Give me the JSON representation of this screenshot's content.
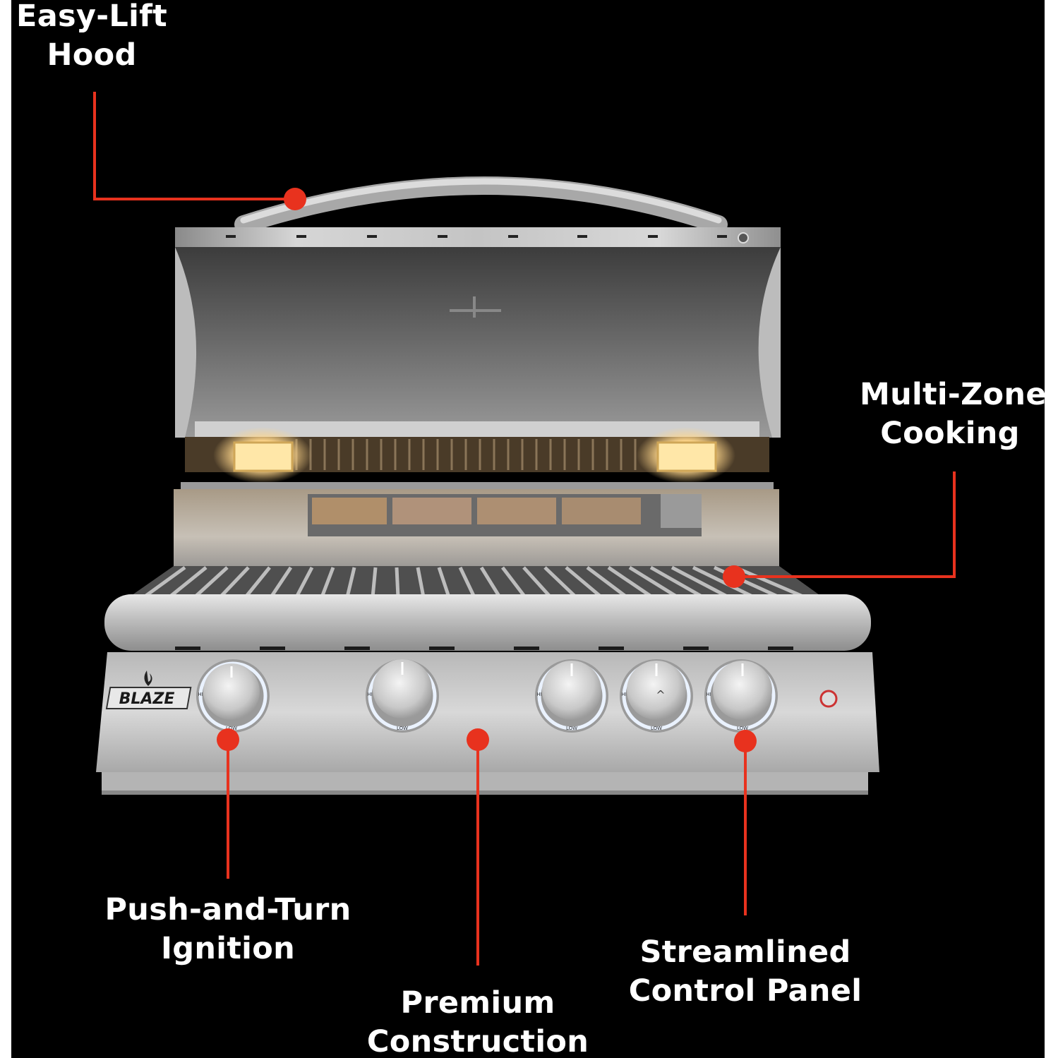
{
  "colors": {
    "background": "#000000",
    "callout": "#e8321e",
    "text": "#ffffff",
    "steel": "#c9c9c9",
    "knob_glow": "#eaf2ff",
    "light_glow": "#ffd68a"
  },
  "brand": {
    "logo_text": "BLAZE"
  },
  "knob_scale": {
    "high": "HI",
    "low": "LOW"
  },
  "callouts": [
    {
      "lines": [
        "Easy-Lift",
        "Hood"
      ]
    },
    {
      "lines": [
        "Multi-Zone",
        "Cooking"
      ]
    },
    {
      "lines": [
        "Push-and-Turn",
        "Ignition"
      ]
    },
    {
      "lines": [
        "Premium",
        "Construction"
      ]
    },
    {
      "lines": [
        "Streamlined",
        "Control Panel"
      ]
    }
  ]
}
